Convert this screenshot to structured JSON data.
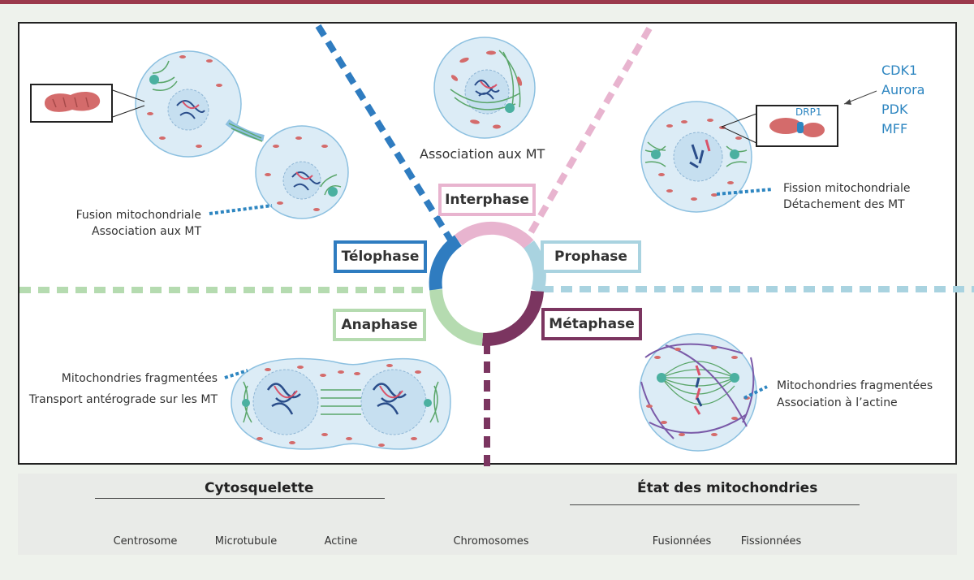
{
  "phases": {
    "interphase": "Interphase",
    "prophase": "Prophase",
    "metaphase": "Métaphase",
    "anaphase": "Anaphase",
    "telophase": "Télophase"
  },
  "captions": {
    "interphase": "Association aux MT",
    "prophase_1": "Fission mitochondriale",
    "prophase_2": "Détachement des MT",
    "metaphase_1": "Mitochondries fragmentées",
    "metaphase_2": "Association à l’actine",
    "anaphase_1": "Mitochondries fragmentées",
    "anaphase_2": "Transport antérograde sur les MT",
    "telophase_1": "Fusion mitochondriale",
    "telophase_2": "Association aux MT"
  },
  "kinases": [
    "CDK1",
    "Aurora",
    "PDK",
    "MFF"
  ],
  "drp1": "DRP1",
  "legend": {
    "cytosquelette_title": "Cytosquelette",
    "centrosome": "Centrosome",
    "microtubule": "Microtubule",
    "actine": "Actine",
    "chromosomes": "Chromosomes",
    "mito_title": "État des mitochondries",
    "fusionnees": "Fusionnées",
    "fissionnees": "Fissionnées"
  },
  "colors": {
    "interphase": "#e8b4cf",
    "prophase": "#a9d3e0",
    "metaphase": "#7b3560",
    "anaphase": "#b5dbb0",
    "telophase": "#2f7cc0",
    "mito": "#d46b6b",
    "microtubule": "#5aa66a",
    "actin": "#7a5aa8",
    "accent_blue": "#2e86c1",
    "top_bar": "#9b3a4c"
  }
}
